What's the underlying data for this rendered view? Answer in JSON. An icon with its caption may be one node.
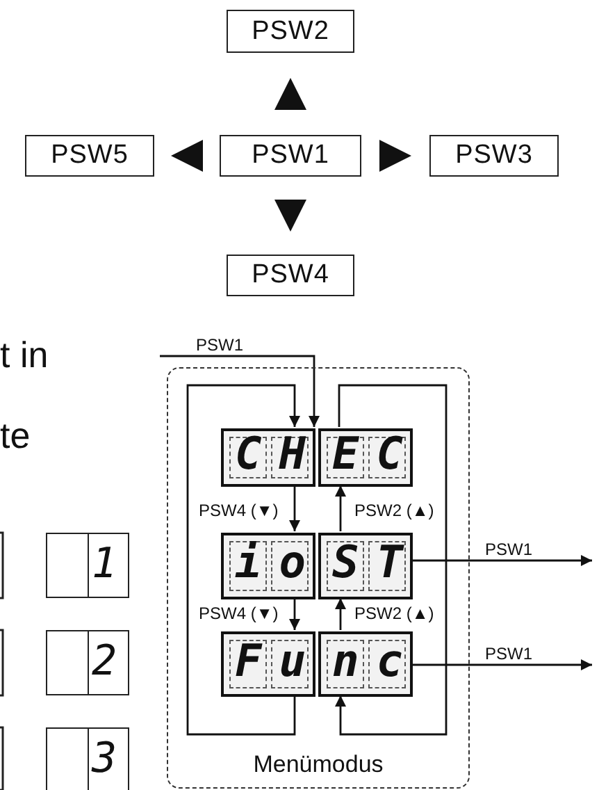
{
  "diagram": {
    "nodes": [
      {
        "text": [
          "PSW2"
        ]
      },
      {
        "text": [
          "PSW5"
        ]
      },
      {
        "text": [
          "PSW1"
        ]
      },
      {
        "text": [
          "PSW3"
        ]
      },
      {
        "text": [
          "PSW4"
        ]
      },
      {
        "text": [
          "Menümodus"
        ]
      },
      {
        "text": [
          "CH"
        ],
        "in": 5
      },
      {
        "text": [
          "EC"
        ],
        "in": 5
      },
      {
        "text": [
          "io"
        ],
        "in": 5
      },
      {
        "text": [
          "ST"
        ],
        "in": 5
      },
      {
        "text": [
          "Fu"
        ],
        "in": 5
      },
      {
        "text": [
          "nc"
        ],
        "in": 5
      },
      {
        "text": [
          "1"
        ]
      },
      {
        "text": [
          "2"
        ]
      },
      {
        "text": [
          "3"
        ]
      }
    ],
    "edges": [
      {
        "from": null,
        "to": 6,
        "arrow": "to",
        "label": "PSW1"
      },
      {
        "from": 6,
        "to": 8,
        "arrow": "to",
        "label": "PSW4 (▼)"
      },
      {
        "from": 8,
        "to": 10,
        "arrow": "to",
        "label": "PSW4 (▼)"
      },
      {
        "from": 11,
        "to": 9,
        "arrow": "to",
        "label": "PSW2 (▲)"
      },
      {
        "from": 9,
        "to": 7,
        "arrow": "to",
        "label": "PSW2 (▲)"
      },
      {
        "from": 10,
        "to": 6,
        "arrow": "to"
      },
      {
        "from": 7,
        "to": 11,
        "arrow": "to"
      },
      {
        "from": 9,
        "to": null,
        "arrow": "to",
        "label": "PSW1"
      },
      {
        "from": 11,
        "to": null,
        "arrow": "to",
        "label": "PSW1"
      },
      {
        "from": 2,
        "to": 0,
        "arrow": "to"
      },
      {
        "from": 2,
        "to": 3,
        "arrow": "to"
      },
      {
        "from": 2,
        "to": 4,
        "arrow": "to"
      },
      {
        "from": 2,
        "to": 1,
        "arrow": "to"
      }
    ],
    "labels": [
      "t in",
      "te"
    ]
  }
}
